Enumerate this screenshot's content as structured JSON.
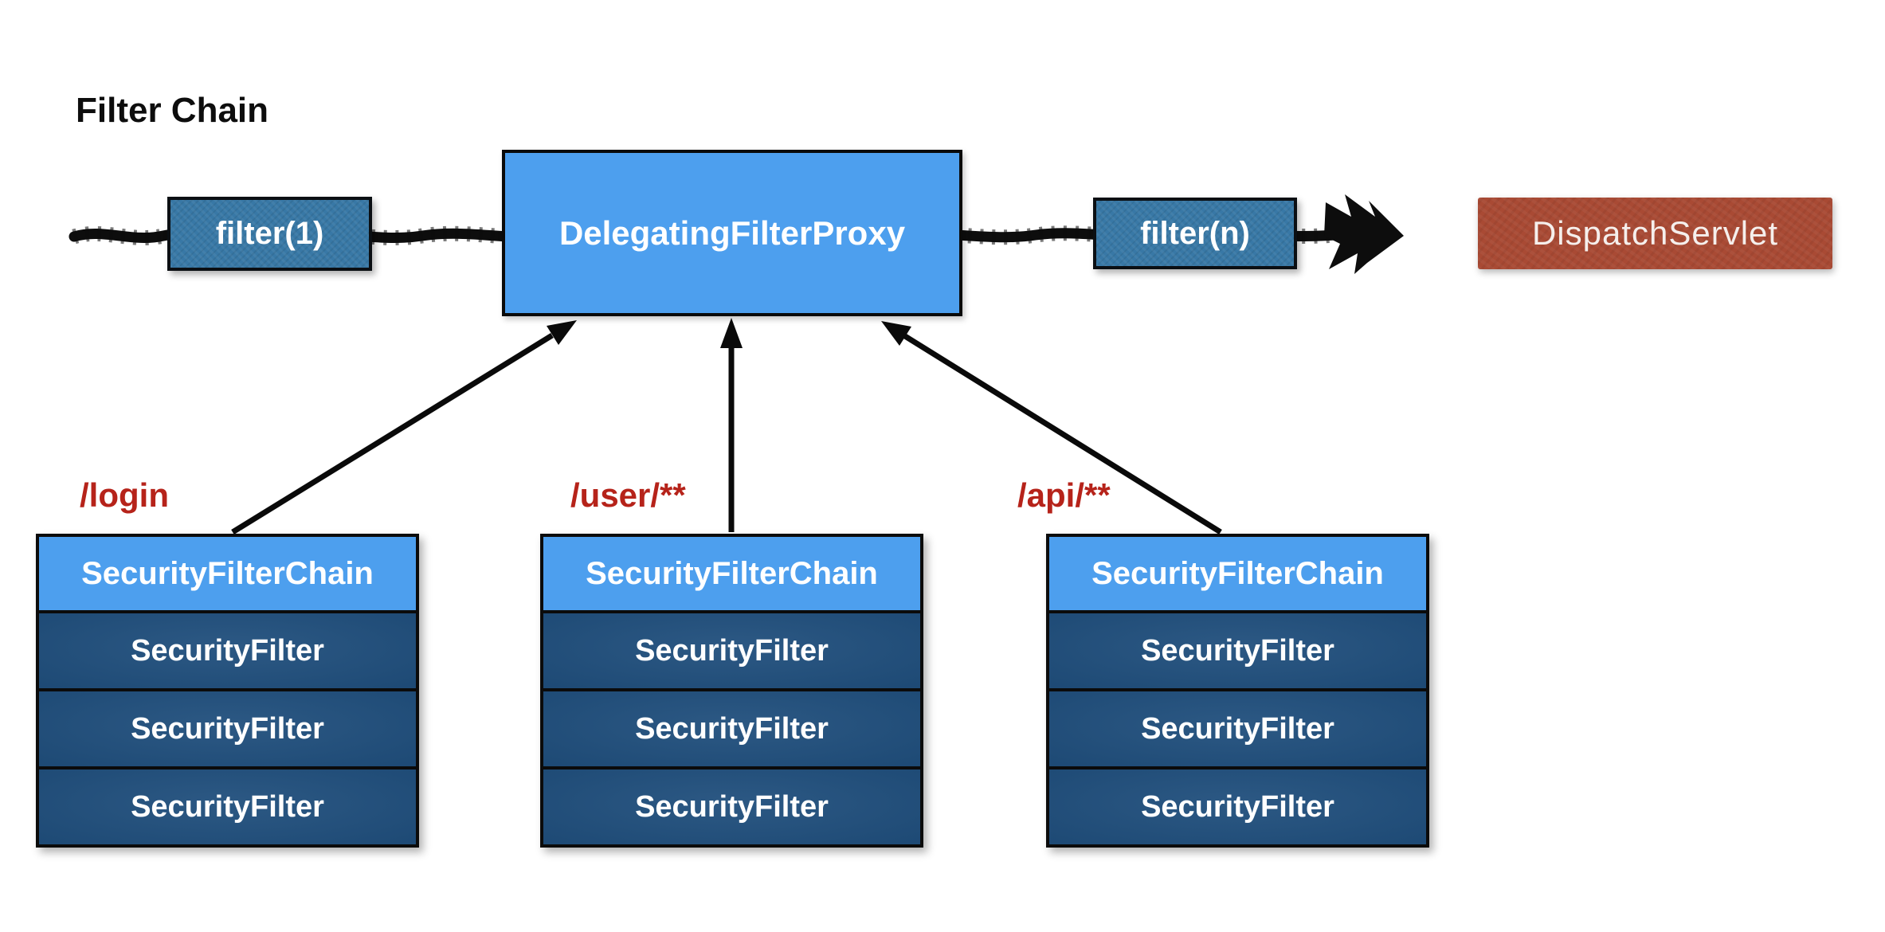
{
  "title": "Filter Chain",
  "flow": {
    "filter_first": "filter(1)",
    "proxy": "DelegatingFilterProxy",
    "filter_last": "filter(n)",
    "servlet": "DispatchServlet"
  },
  "chains": [
    {
      "path": "/login",
      "header": "SecurityFilterChain",
      "filters": [
        "SecurityFilter",
        "SecurityFilter",
        "SecurityFilter"
      ]
    },
    {
      "path": "/user/**",
      "header": "SecurityFilterChain",
      "filters": [
        "SecurityFilter",
        "SecurityFilter",
        "SecurityFilter"
      ]
    },
    {
      "path": "/api/**",
      "header": "SecurityFilterChain",
      "filters": [
        "SecurityFilter",
        "SecurityFilter",
        "SecurityFilter"
      ]
    }
  ],
  "colors": {
    "proxy_blue": "#4d9fee",
    "chain_header_blue": "#4d9fee",
    "security_filter_navy": "#1f4e7c",
    "filter_box_steel": "#3878a6",
    "servlet_brick": "#a94a34",
    "path_label_red": "#b6231a",
    "line_black": "#0d0d0d"
  }
}
